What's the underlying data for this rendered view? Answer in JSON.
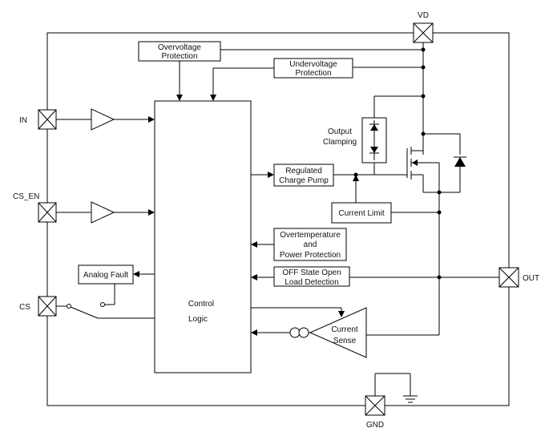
{
  "pins": {
    "vd": "VD",
    "in": "IN",
    "cs_en": "CS_EN",
    "cs": "CS",
    "out": "OUT",
    "gnd": "GND"
  },
  "blocks": {
    "overvoltage": [
      "Overvoltage",
      "Protection"
    ],
    "undervoltage": [
      "Undervoltage",
      "Protection"
    ],
    "output_clamping": [
      "Output",
      "Clamping"
    ],
    "charge_pump": [
      "Regulated",
      "Charge Pump"
    ],
    "current_limit": "Current Limit",
    "overtemperature": [
      "Overtemperature",
      "and",
      "Power Protection"
    ],
    "open_load": [
      "OFF State Open",
      "Load Detection"
    ],
    "analog_fault": "Analog Fault",
    "control_logic": [
      "Control",
      "Logic"
    ],
    "current_sense": [
      "Current",
      "Sense"
    ]
  }
}
